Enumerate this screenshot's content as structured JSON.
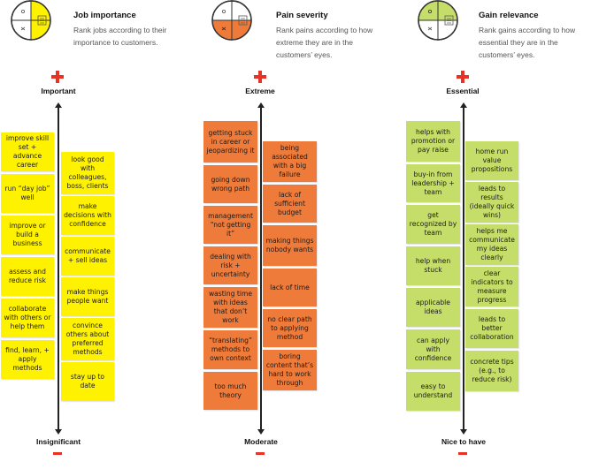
{
  "colors": {
    "jobs": "#fff200",
    "pains": "#ef7b3a",
    "gains": "#c5de6a",
    "accent": "#e63325"
  },
  "columns": [
    {
      "id": "jobs",
      "icon": "jobs-circle-icon",
      "title": "Job importance",
      "description": "Rank jobs according to their importance to customers.",
      "top_label": "Important",
      "bottom_label": "Insignificant",
      "notes_left": [
        "improve skill set + advance career",
        "run “day job” well",
        "improve or build a business",
        "assess and reduce risk",
        "collaborate with others or help them",
        "find, learn, + apply methods"
      ],
      "notes_right": [
        "look good with colleagues, boss, clients",
        "make decisions with confidence",
        "communicate + sell ideas",
        "make things people want",
        "convince others about preferred methods",
        "stay up to date"
      ]
    },
    {
      "id": "pains",
      "icon": "pains-circle-icon",
      "title": "Pain severity",
      "description": "Rank pains according to how extreme they are in the customers’ eyes.",
      "top_label": "Extreme",
      "bottom_label": "Moderate",
      "notes_left": [
        "getting stuck in career or jeopardizing it",
        "going down wrong path",
        "management “not getting it”",
        "dealing with risk + uncertainty",
        "wasting time with ideas that don’t work",
        "“translating” methods to own context",
        "too much theory"
      ],
      "notes_right": [
        "being associated with a big failure",
        "lack of sufficient budget",
        "making things nobody wants",
        "lack of time",
        "no clear path to applying method",
        "boring content that’s hard to work through"
      ]
    },
    {
      "id": "gains",
      "icon": "gains-circle-icon",
      "title": "Gain relevance",
      "description": "Rank gains according to how essential they are in the customers’ eyes.",
      "top_label": "Essential",
      "bottom_label": "Nice to have",
      "notes_left": [
        "helps with promotion or pay raise",
        "buy-in from leadership + team",
        "get recognized by team",
        "help when stuck",
        "applicable ideas",
        "can apply with confidence",
        "easy to understand"
      ],
      "notes_right": [
        "home run value propositions",
        "leads to results (ideally quick wins)",
        "helps me communicate my ideas clearly",
        "clear indicators to measure progress",
        "leads to better collaboration",
        "concrete tips (e.g., to reduce risk)"
      ]
    }
  ]
}
